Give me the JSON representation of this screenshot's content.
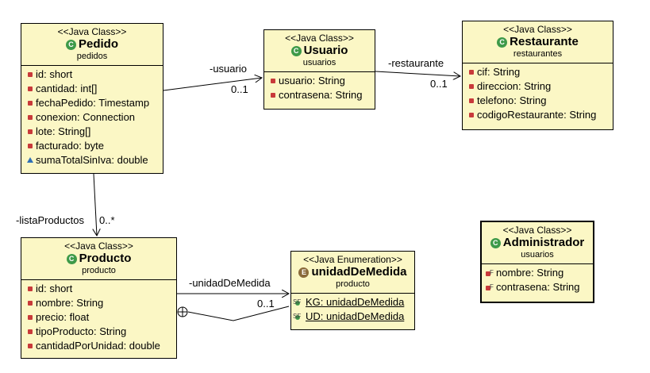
{
  "classes": {
    "pedido": {
      "stereotype": "<<Java Class>>",
      "name": "Pedido",
      "package": "pedidos",
      "attributes": [
        "id: short",
        "cantidad: int[]",
        "fechaPedido: Timestamp",
        "conexion: Connection",
        "lote: String[]",
        "facturado: byte",
        "sumaTotalSinIva: double"
      ]
    },
    "usuario": {
      "stereotype": "<<Java Class>>",
      "name": "Usuario",
      "package": "usuarios",
      "attributes": [
        "usuario: String",
        "contrasena: String"
      ]
    },
    "restaurante": {
      "stereotype": "<<Java Class>>",
      "name": "Restaurante",
      "package": "restaurantes",
      "attributes": [
        "cif: String",
        "direccion: String",
        "telefono: String",
        "codigoRestaurante: String"
      ]
    },
    "producto": {
      "stereotype": "<<Java Class>>",
      "name": "Producto",
      "package": "producto",
      "attributes": [
        "id: short",
        "nombre: String",
        "precio: float",
        "tipoProducto: String",
        "cantidadPorUnidad: double"
      ]
    },
    "unidad": {
      "stereotype": "<<Java Enumeration>>",
      "name": "unidadDeMedida",
      "package": "producto",
      "literals": [
        "KG: unidadDeMedida",
        "UD: unidadDeMedida"
      ]
    },
    "administrador": {
      "stereotype": "<<Java Class>>",
      "name": "Administrador",
      "package": "usuarios",
      "attributes": [
        "nombre: String",
        "contrasena: String"
      ]
    }
  },
  "associations": {
    "pedido_usuario": {
      "role": "-usuario",
      "mult": "0..1"
    },
    "usuario_restaurante": {
      "role": "-restaurante",
      "mult": "0..1"
    },
    "pedido_producto": {
      "role": "-listaProductos",
      "mult": "0..*"
    },
    "producto_unidad": {
      "role": "-unidadDeMedida",
      "mult": "0..1"
    }
  },
  "icons": {
    "class": "class-icon",
    "enum": "enum-icon"
  },
  "colors": {
    "class_fill": "#fbf7c5",
    "class_icon": "#3e9a49",
    "enum_icon": "#8a6a3a",
    "private": "#c83a3a",
    "package": "#2f6fb5"
  }
}
